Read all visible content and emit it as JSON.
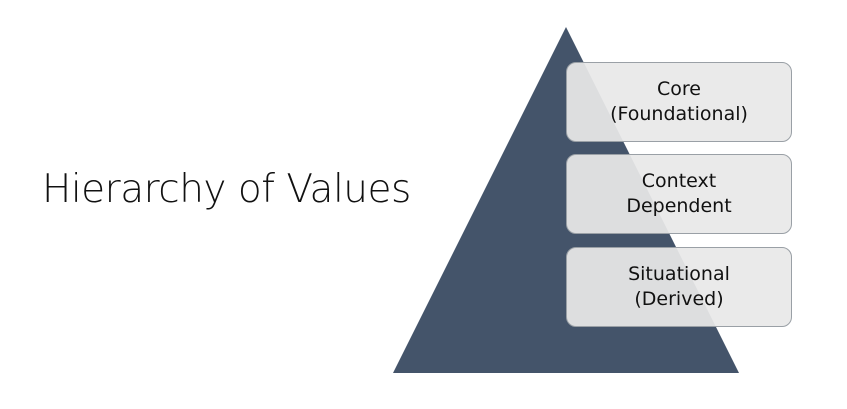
{
  "title": "Hierarchy of Values",
  "colors": {
    "pyramid": "#44546a",
    "box_fill": "#e8e8e8",
    "box_border": "#9aa0a6",
    "text": "#111111"
  },
  "levels": [
    {
      "line1": "Core",
      "line2": "(Foundational)"
    },
    {
      "line1": "Context",
      "line2": "Dependent"
    },
    {
      "line1": "Situational",
      "line2": "(Derived)"
    }
  ]
}
